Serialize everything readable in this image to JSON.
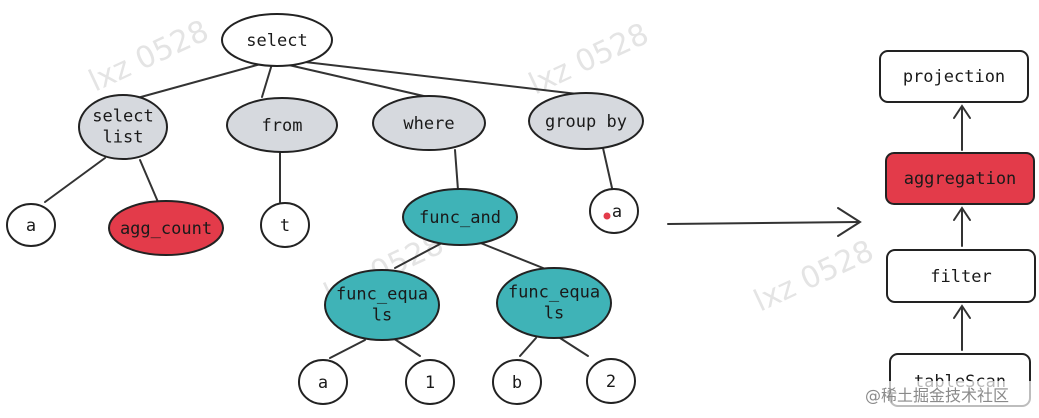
{
  "colors": {
    "gray": "#d6d9de",
    "teal": "#3fb3b7",
    "red": "#e33b4a",
    "white": "#ffffff",
    "stroke": "#222222"
  },
  "tree": {
    "root": "select",
    "select_list": "select\nlist",
    "from": "from",
    "where": "where",
    "group_by": "group by",
    "leaf_a1": "a",
    "agg_count": "agg_count",
    "leaf_t": "t",
    "func_and": "func_and",
    "leaf_a_group": "a",
    "func_equals_1": "func_equa\nls",
    "func_equals_2": "func_equa\nls",
    "leaf_a2": "a",
    "leaf_1": "1",
    "leaf_b": "b",
    "leaf_2": "2"
  },
  "plan": {
    "projection": "projection",
    "aggregation": "aggregation",
    "filter": "filter",
    "table_scan": "tableScan"
  },
  "watermark": "lxz 0528",
  "credit": "@稀土掘金技术社区"
}
